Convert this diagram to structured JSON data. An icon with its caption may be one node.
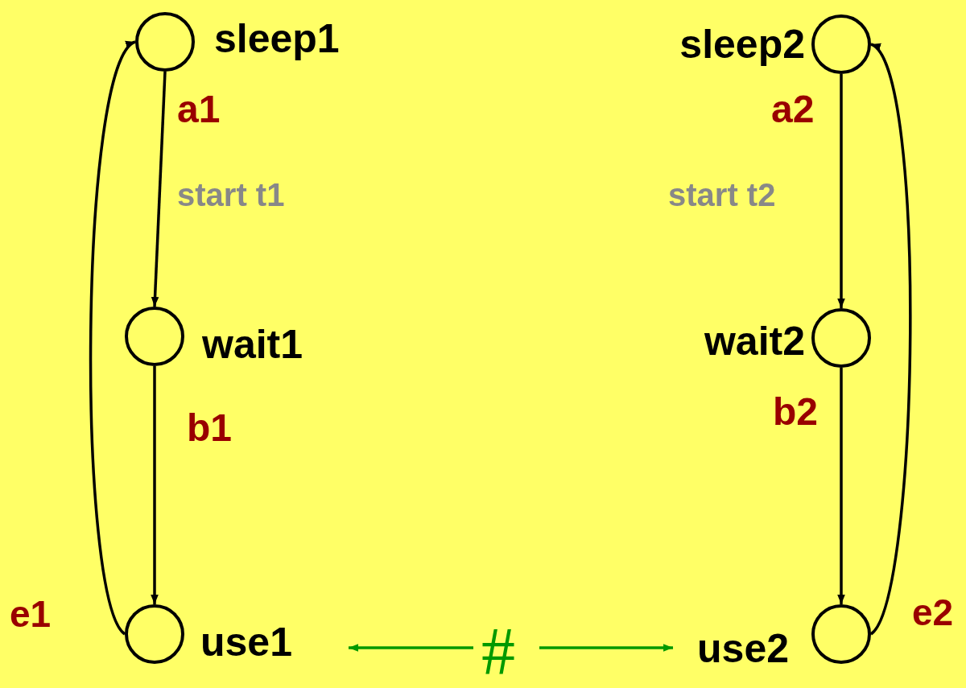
{
  "diagram": {
    "nodes": [
      {
        "text": [],
        "shape": "circle",
        "beside": [
          "sleep1"
        ]
      },
      {
        "text": [],
        "shape": "circle",
        "beside": [
          "sleep2"
        ]
      },
      {
        "text": [],
        "shape": "circle",
        "beside": [
          "wait1"
        ]
      },
      {
        "text": [],
        "shape": "circle",
        "beside": [
          "wait2"
        ]
      },
      {
        "text": [],
        "shape": "circle",
        "beside": [
          "use1"
        ]
      },
      {
        "text": [
          "#"
        ]
      },
      {
        "text": [],
        "shape": "circle",
        "beside": [
          "use2"
        ]
      }
    ],
    "edges": [
      {
        "from": 0,
        "to": 2,
        "arrow": "to"
      },
      {
        "from": 2,
        "to": 4,
        "arrow": "to"
      },
      {
        "from": 4,
        "to": 0,
        "arrow": "to"
      },
      {
        "from": 1,
        "to": 3,
        "arrow": "to"
      },
      {
        "from": 3,
        "to": 6,
        "arrow": "to"
      },
      {
        "from": 6,
        "to": 1,
        "arrow": "to"
      },
      {
        "from": 5,
        "to": 4,
        "arrow": "to",
        "color": "#009900"
      },
      {
        "from": 5,
        "to": 6,
        "arrow": "to",
        "color": "#009900"
      }
    ],
    "labels": [
      "a1",
      "a2",
      "start t1",
      "start t2",
      "b1",
      "b2",
      "e1",
      "e2"
    ]
  }
}
